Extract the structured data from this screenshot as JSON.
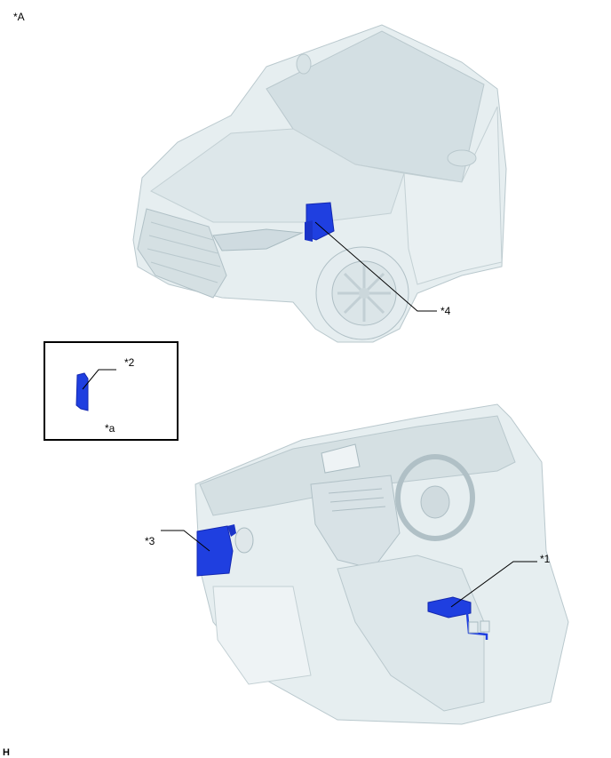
{
  "figure": {
    "view_label": "*A",
    "footer_label": "H"
  },
  "colors": {
    "body": "#e6eef0",
    "body_shade": "#d3dfe3",
    "edge": "#b9c8cd",
    "component": "#1f3fe0",
    "component_dark": "#1428b0",
    "leader": "#000000"
  },
  "views": {
    "vehicle_exterior": {
      "description": "Front three-quarter view of vehicle",
      "callouts": [
        {
          "id": "*4",
          "label": "*4"
        }
      ]
    },
    "inset": {
      "label": "*a",
      "callouts": [
        {
          "id": "*2",
          "label": "*2"
        }
      ]
    },
    "vehicle_interior": {
      "description": "Instrument panel and center console",
      "callouts": [
        {
          "id": "*3",
          "label": "*3"
        },
        {
          "id": "*1",
          "label": "*1"
        }
      ]
    }
  }
}
